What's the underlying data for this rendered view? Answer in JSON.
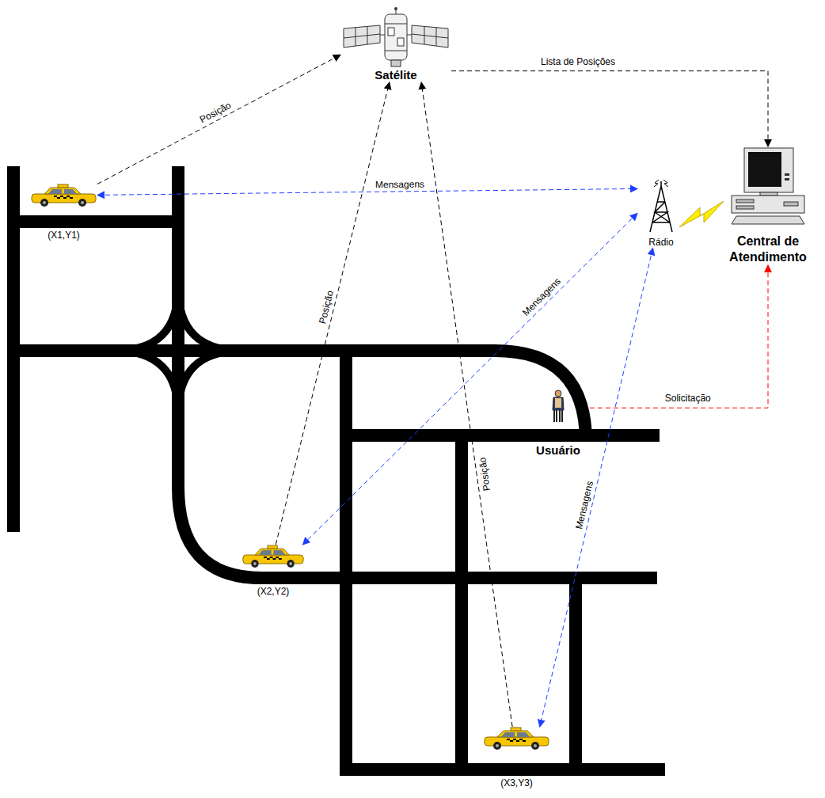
{
  "diagram": {
    "nodes": [
      {
        "text": [
          "Satélite"
        ]
      },
      {
        "text": [
          "(X1,Y1)"
        ]
      },
      {
        "text": [
          "Rádio"
        ]
      },
      {
        "text": [
          "Central de Atendimento"
        ]
      },
      {
        "text": [
          "Usuário"
        ]
      },
      {
        "text": [
          "(X2,Y2)"
        ]
      },
      {
        "text": [
          "(X3,Y3)"
        ]
      }
    ],
    "edges": [
      {
        "from": 1,
        "to": 0,
        "arrow": "to",
        "label": "Posição"
      },
      {
        "from": 0,
        "to": 3,
        "arrow": "to",
        "label": "Lista de Posições"
      },
      {
        "from": 1,
        "to": 2,
        "arrow": "both",
        "label": "Mensagens"
      },
      {
        "from": 2,
        "to": 5,
        "arrow": "both",
        "label": "Mensagens"
      },
      {
        "from": 2,
        "to": 6,
        "arrow": "both",
        "label": "Mensagens"
      },
      {
        "from": 5,
        "to": 0,
        "arrow": "to",
        "label": "Posição"
      },
      {
        "from": 6,
        "to": 0,
        "arrow": "to",
        "label": "Posição"
      },
      {
        "from": 4,
        "to": 3,
        "arrow": "to",
        "label": "Solicitação"
      }
    ]
  }
}
